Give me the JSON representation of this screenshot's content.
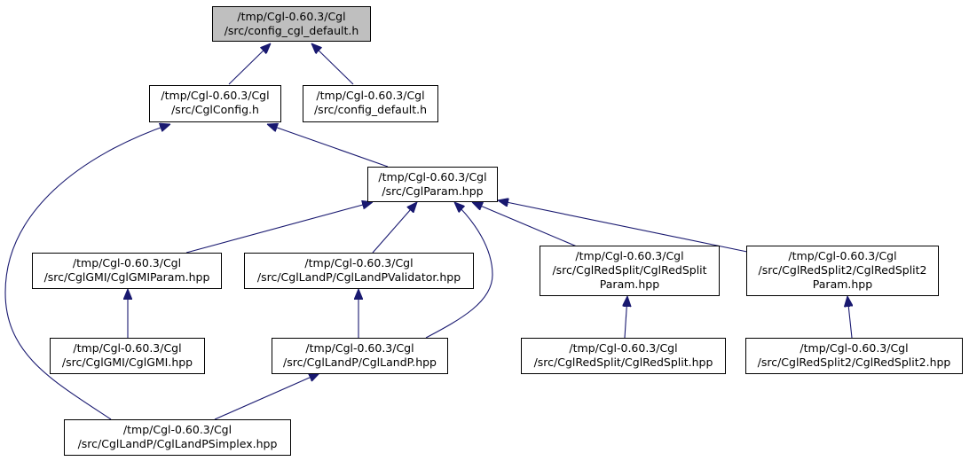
{
  "colors": {
    "edge": "#191970",
    "node_border": "#000000",
    "current_fill": "#bfbfbf",
    "node_fill": "#ffffff"
  },
  "nodes": {
    "config_cgl_default": {
      "line1": "/tmp/Cgl-0.60.3/Cgl",
      "line2": "/src/config_cgl_default.h"
    },
    "cgl_config": {
      "line1": "/tmp/Cgl-0.60.3/Cgl",
      "line2": "/src/CglConfig.h"
    },
    "config_default": {
      "line1": "/tmp/Cgl-0.60.3/Cgl",
      "line2": "/src/config_default.h"
    },
    "cgl_param": {
      "line1": "/tmp/Cgl-0.60.3/Cgl",
      "line2": "/src/CglParam.hpp"
    },
    "cgl_gmi_param": {
      "line1": "/tmp/Cgl-0.60.3/Cgl",
      "line2": "/src/CglGMI/CglGMIParam.hpp"
    },
    "cgl_landp_validator": {
      "line1": "/tmp/Cgl-0.60.3/Cgl",
      "line2": "/src/CglLandP/CglLandPValidator.hpp"
    },
    "cgl_redsplit_param": {
      "line1": "/tmp/Cgl-0.60.3/Cgl",
      "line2": "/src/CglRedSplit/CglRedSplit",
      "line3": "Param.hpp"
    },
    "cgl_redsplit2_param": {
      "line1": "/tmp/Cgl-0.60.3/Cgl",
      "line2": "/src/CglRedSplit2/CglRedSplit2",
      "line3": "Param.hpp"
    },
    "cgl_gmi": {
      "line1": "/tmp/Cgl-0.60.3/Cgl",
      "line2": "/src/CglGMI/CglGMI.hpp"
    },
    "cgl_landp": {
      "line1": "/tmp/Cgl-0.60.3/Cgl",
      "line2": "/src/CglLandP/CglLandP.hpp"
    },
    "cgl_redsplit": {
      "line1": "/tmp/Cgl-0.60.3/Cgl",
      "line2": "/src/CglRedSplit/CglRedSplit.hpp"
    },
    "cgl_redsplit2": {
      "line1": "/tmp/Cgl-0.60.3/Cgl",
      "line2": "/src/CglRedSplit2/CglRedSplit2.hpp"
    },
    "cgl_landp_simplex": {
      "line1": "/tmp/Cgl-0.60.3/Cgl",
      "line2": "/src/CglLandP/CglLandPSimplex.hpp"
    }
  },
  "edges": [
    {
      "from": "cgl_config",
      "to": "config_cgl_default"
    },
    {
      "from": "config_default",
      "to": "config_cgl_default"
    },
    {
      "from": "cgl_param",
      "to": "cgl_config"
    },
    {
      "from": "cgl_landp_simplex",
      "to": "cgl_config"
    },
    {
      "from": "cgl_gmi_param",
      "to": "cgl_param"
    },
    {
      "from": "cgl_landp_validator",
      "to": "cgl_param"
    },
    {
      "from": "cgl_landp",
      "to": "cgl_param"
    },
    {
      "from": "cgl_redsplit_param",
      "to": "cgl_param"
    },
    {
      "from": "cgl_redsplit2_param",
      "to": "cgl_param"
    },
    {
      "from": "cgl_gmi",
      "to": "cgl_gmi_param"
    },
    {
      "from": "cgl_landp",
      "to": "cgl_landp_validator"
    },
    {
      "from": "cgl_redsplit",
      "to": "cgl_redsplit_param"
    },
    {
      "from": "cgl_redsplit2",
      "to": "cgl_redsplit2_param"
    },
    {
      "from": "cgl_landp_simplex",
      "to": "cgl_landp"
    }
  ]
}
